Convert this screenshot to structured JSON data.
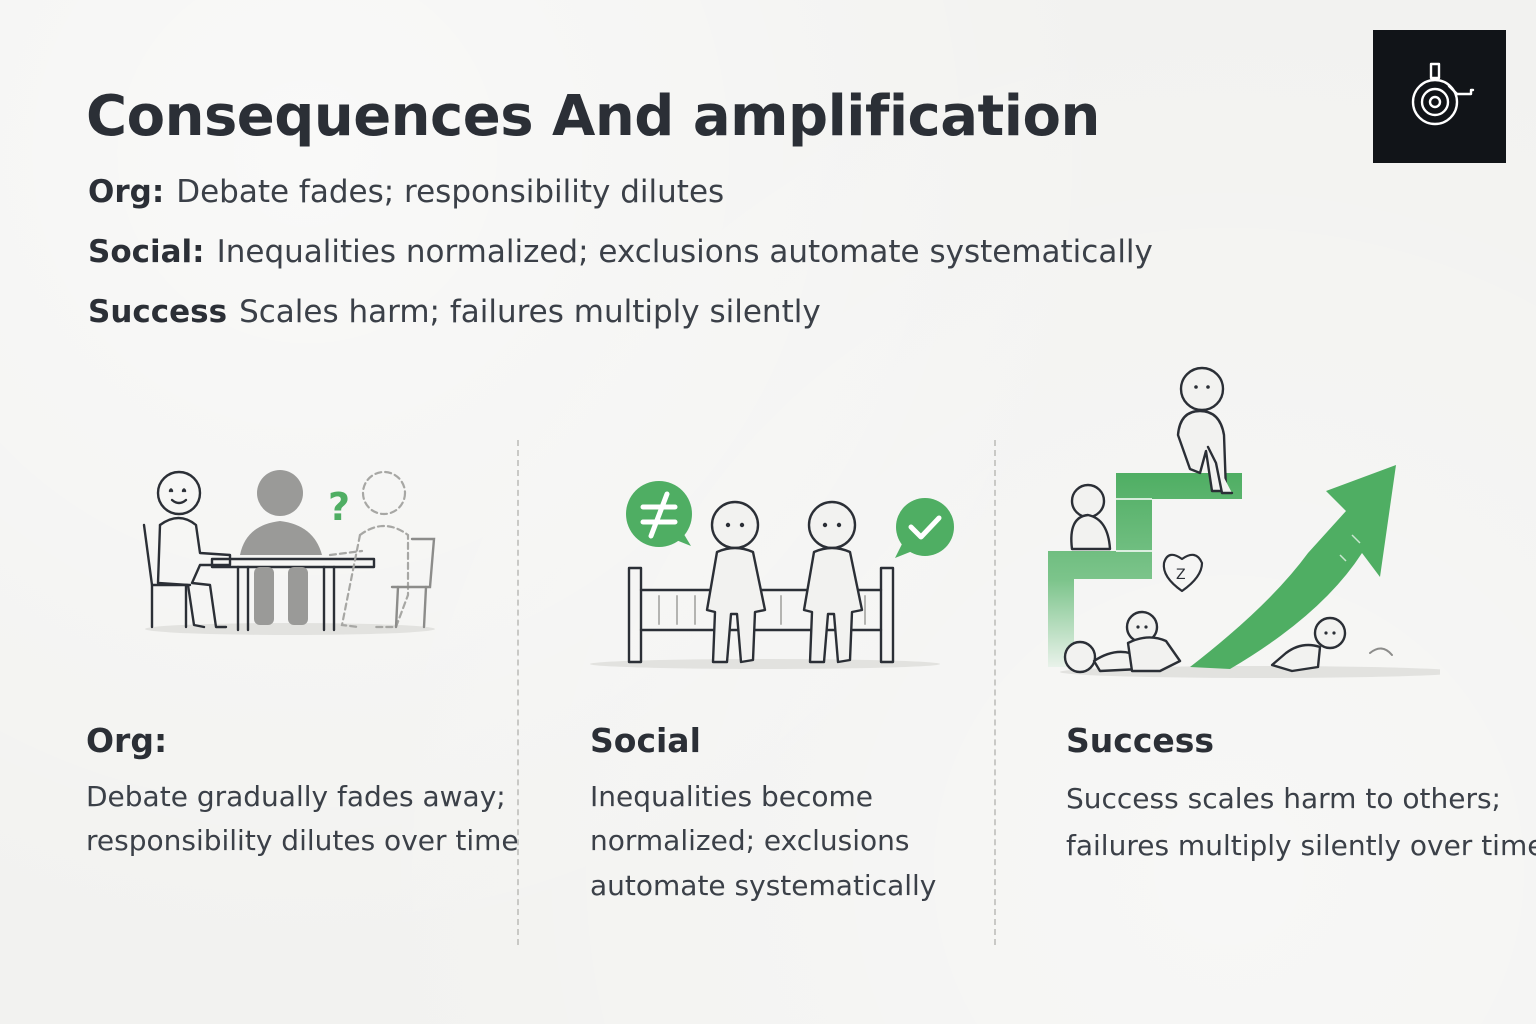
{
  "title": "Consequences And amplification",
  "logo": {
    "icon": "camera-lens-icon"
  },
  "summary": [
    {
      "label": "Org:",
      "text": "Debate fades; responsibility dilutes"
    },
    {
      "label": "Social:",
      "text": "Inequalities normalized; exclusions automate systematically"
    },
    {
      "label": "Success",
      "text": "Scales harm; failures multiply silently"
    }
  ],
  "columns": [
    {
      "heading": "Org:",
      "lines": [
        "Debate gradually fades away;",
        "responsibility dilutes over time"
      ],
      "illustration": "table-meeting-fading-figures"
    },
    {
      "heading": "Social",
      "lines": [
        "Inequalities become",
        "normalized; exclusions",
        "automate systematically"
      ],
      "illustration": "figures-at-fence-not-equal-check"
    },
    {
      "heading": "Success",
      "lines": [
        "Success scales harm to others;",
        "failures multiply silently over time"
      ],
      "illustration": "staircase-growth-arrow-fallen-figures"
    }
  ],
  "illustration_glyphs": {
    "question_mark": "?",
    "sleep_letter": "Z"
  },
  "colors": {
    "accent_green": "#4fae63",
    "text_dark": "#2b2f36",
    "background": "#f2f2f0",
    "logo_bg": "#111418"
  }
}
